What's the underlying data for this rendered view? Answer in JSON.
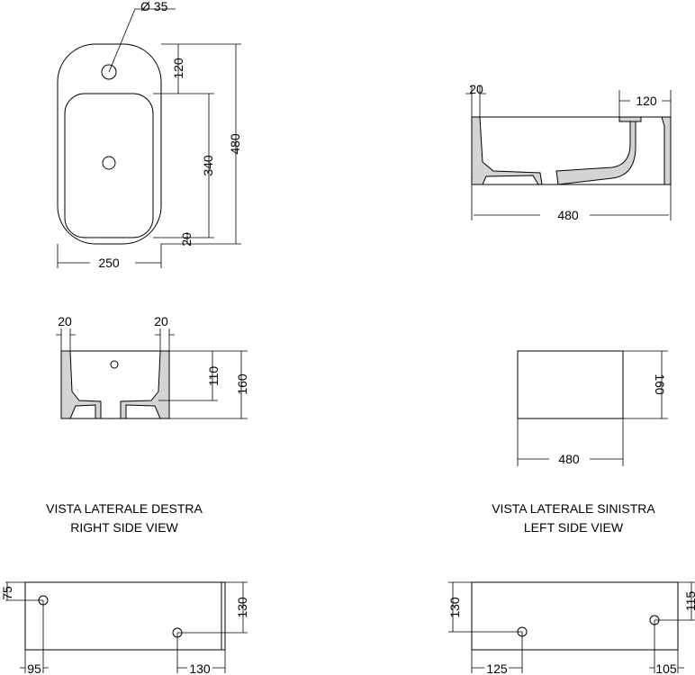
{
  "top_view": {
    "hole_label": "Ø 35",
    "dim_120": "120",
    "dim_340": "340",
    "dim_480": "480",
    "dim_20": "20",
    "dim_250": "250"
  },
  "section_view": {
    "dim_20": "20",
    "dim_120": "120",
    "dim_480": "480"
  },
  "right_side_view": {
    "dim_20_left": "20",
    "dim_20_right": "20",
    "dim_110": "110",
    "dim_160": "160",
    "caption_it": "VISTA LATERALE DESTRA",
    "caption_en": "RIGHT SIDE VIEW"
  },
  "left_side_view": {
    "dim_160": "160",
    "dim_480": "480",
    "caption_it": "VISTA LATERALE SINISTRA",
    "caption_en": "LEFT SIDE VIEW"
  },
  "rear_left": {
    "dim_75": "75",
    "dim_130_v": "130",
    "dim_95": "95",
    "dim_130_h": "130"
  },
  "rear_right": {
    "dim_130_v": "130",
    "dim_115": "115",
    "dim_125": "125",
    "dim_105": "105"
  }
}
